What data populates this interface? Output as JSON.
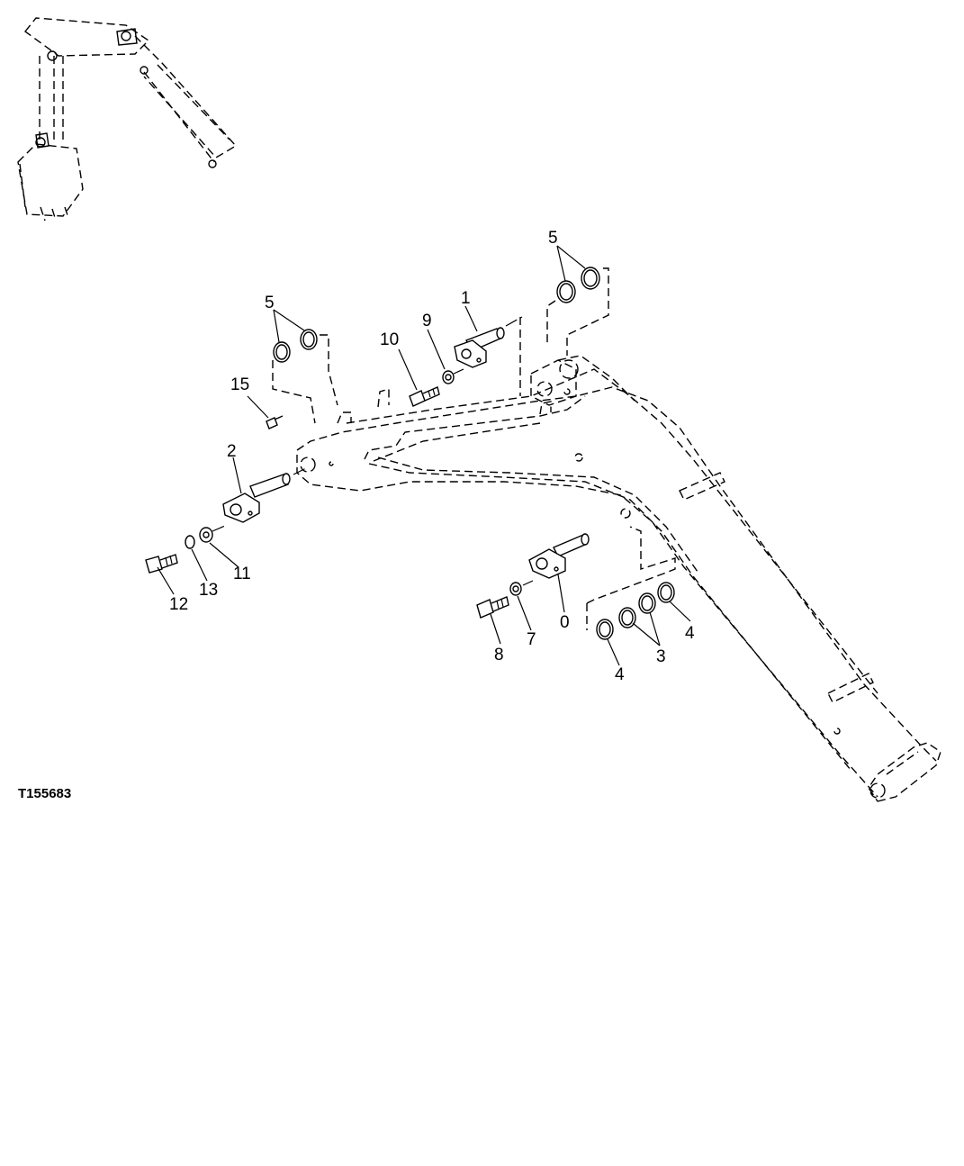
{
  "figure_id": "T155683",
  "callouts": {
    "c1": "1",
    "c2": "2",
    "c5_top_right": "5",
    "c5_top_left": "5",
    "c9": "9",
    "c10": "10",
    "c15": "15",
    "c12": "12",
    "c13": "13",
    "c11": "11",
    "c8": "8",
    "c7": "7",
    "c0": "0",
    "c4_right": "4",
    "c3": "3",
    "c4_left": "4"
  }
}
